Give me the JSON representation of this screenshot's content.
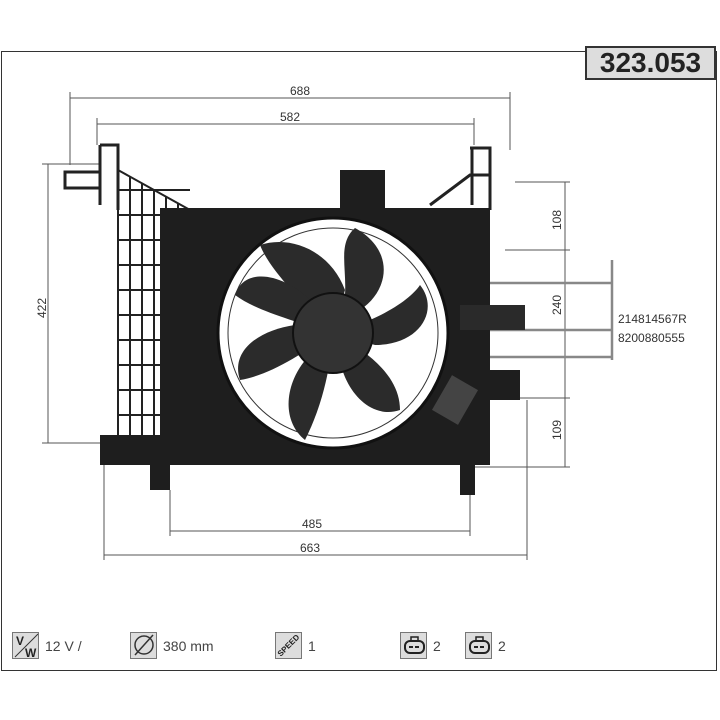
{
  "article_number": "323.053",
  "dimensions": {
    "overall_top": "688",
    "mount_top": "582",
    "height": "422",
    "bottom_inner": "485",
    "bottom_outer": "663",
    "right_top": "108",
    "right_mid": "240",
    "right_bottom": "109"
  },
  "oem_numbers": [
    "214814567R",
    "8200880555"
  ],
  "specs": [
    {
      "icon": "voltage-watt-icon",
      "value": "12 V /"
    },
    {
      "icon": "diameter-icon",
      "value": "380 mm"
    },
    {
      "icon": "speed-icon",
      "icon_text": "SPEED",
      "value": "1"
    },
    {
      "icon": "connector-icon",
      "value": "2"
    },
    {
      "icon": "connector-icon",
      "value": "2"
    }
  ]
}
